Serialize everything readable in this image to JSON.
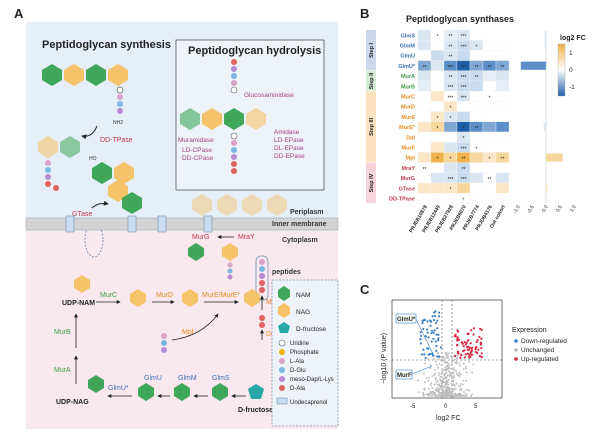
{
  "panel_a": {
    "letter": "A",
    "synthesis_title": "Peptidoglycan synthesis",
    "hydrolysis_title": "Peptidoglycan hydrolysis",
    "enzymes_hydrolysis": {
      "glucosaminidase": "Glucosaminidase",
      "amidase": "Amidase",
      "ld_epase": "LD-EPase",
      "dl_epase": "DL-EPase",
      "dd_epase": "DD-EPase",
      "muramidase": "Muramidase",
      "ld_cpase": "LD-CPase",
      "dd_cpase": "DD-CPase"
    },
    "dd_tpase": "DD-TPase",
    "gtase": "GTase",
    "nh2": "NH2",
    "ho": "HO",
    "periplasm": "Periplasm",
    "inner_membrane": "Inner membrane",
    "cytoplasm": "Cytoplasm",
    "murg": "MurG",
    "mray": "MraY",
    "peptides": "peptides",
    "murf": "MurF",
    "ddl": "Ddl",
    "udp_nam": "UDP-NAM",
    "udp_nag": "UDP-NAG",
    "murc": "MurC",
    "murd": "MurD",
    "mure": "MurE/MurE*",
    "mpl": "Mpl",
    "murb": "MurB",
    "mura": "MurA",
    "glmu_star": "GlmU*",
    "glmu": "GlmU",
    "glmm": "GlmM",
    "glms": "GlmS",
    "d_fructose": "D-fructose",
    "legend": {
      "nam": "NAM",
      "nag": "NAG",
      "dfructose": "D-fructose",
      "uridine": "Uridine",
      "phosphate": "Phosphate",
      "lala": "L-Ala",
      "dglu": "D-Glu",
      "meso": "meso-Dap/L-Lys",
      "dala": "D-Ala",
      "undecaprenol": "Undecaprenol"
    }
  },
  "panel_b": {
    "letter": "B",
    "title": "Peptidoglycan synthases",
    "colorbar_title": "log2 FC",
    "colorbar_ticks": [
      "1",
      "0",
      "-1"
    ],
    "steps": [
      "Step I",
      "Step II",
      "Step III",
      "Step IV"
    ],
    "columns": [
      "PRJEB10878",
      "PRJEB12449",
      "PRJEB27928",
      "PRJEB6070",
      "PRJEB7774",
      "PRJDB4176",
      "Out cohort"
    ],
    "rows": [
      "GlmS",
      "GlmM",
      "GlmU",
      "GlmU*",
      "MurA",
      "MurB",
      "MurC",
      "MurD",
      "MurE",
      "MurE*",
      "Ddl",
      "MurF",
      "Mpl",
      "MraY",
      "MurG",
      "GTase",
      "DD-TPase"
    ],
    "bar_ticks": [
      "-1.0",
      "-0.5",
      "0.0",
      "0.5",
      "1.0"
    ]
  },
  "panel_c": {
    "letter": "C",
    "ylabel": "−log10 (P value)",
    "xlabel": "log2 FC",
    "xticks": [
      "-5",
      "0",
      "5"
    ],
    "label_glmu": "GlmU*",
    "label_murf": "MurF",
    "legend_title": "Expression",
    "legend_items": [
      "Down-regulated",
      "Unchanged",
      "Up-regulated"
    ],
    "colors": {
      "down": "#3b7fc4",
      "unchanged": "#bbbbbb",
      "up": "#d7263d"
    }
  }
}
